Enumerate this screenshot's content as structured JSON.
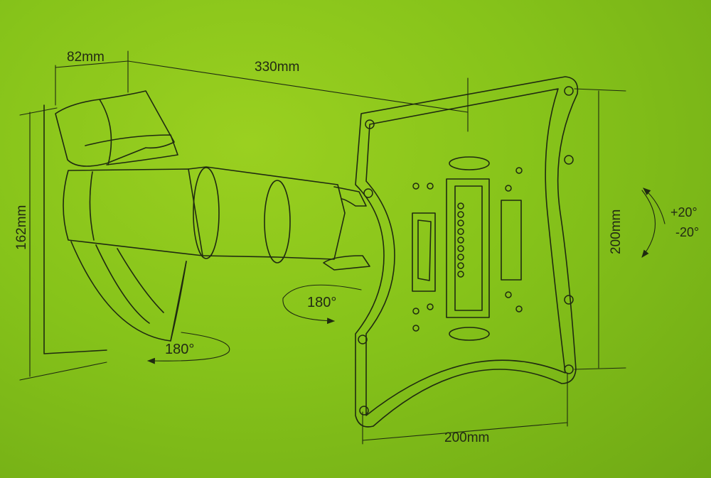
{
  "labels": {
    "arm_depth": "82mm",
    "arm_length": "330mm",
    "wall_plate_height": "162mm",
    "vesa_vertical": "200mm",
    "vesa_horizontal": "200mm",
    "tilt_up": "+20°",
    "tilt_down": "-20°",
    "swivel_plate": "180°",
    "swivel_wall": "180°"
  },
  "colors": {
    "background": "#86c31a",
    "ink": "#1f2a10"
  }
}
